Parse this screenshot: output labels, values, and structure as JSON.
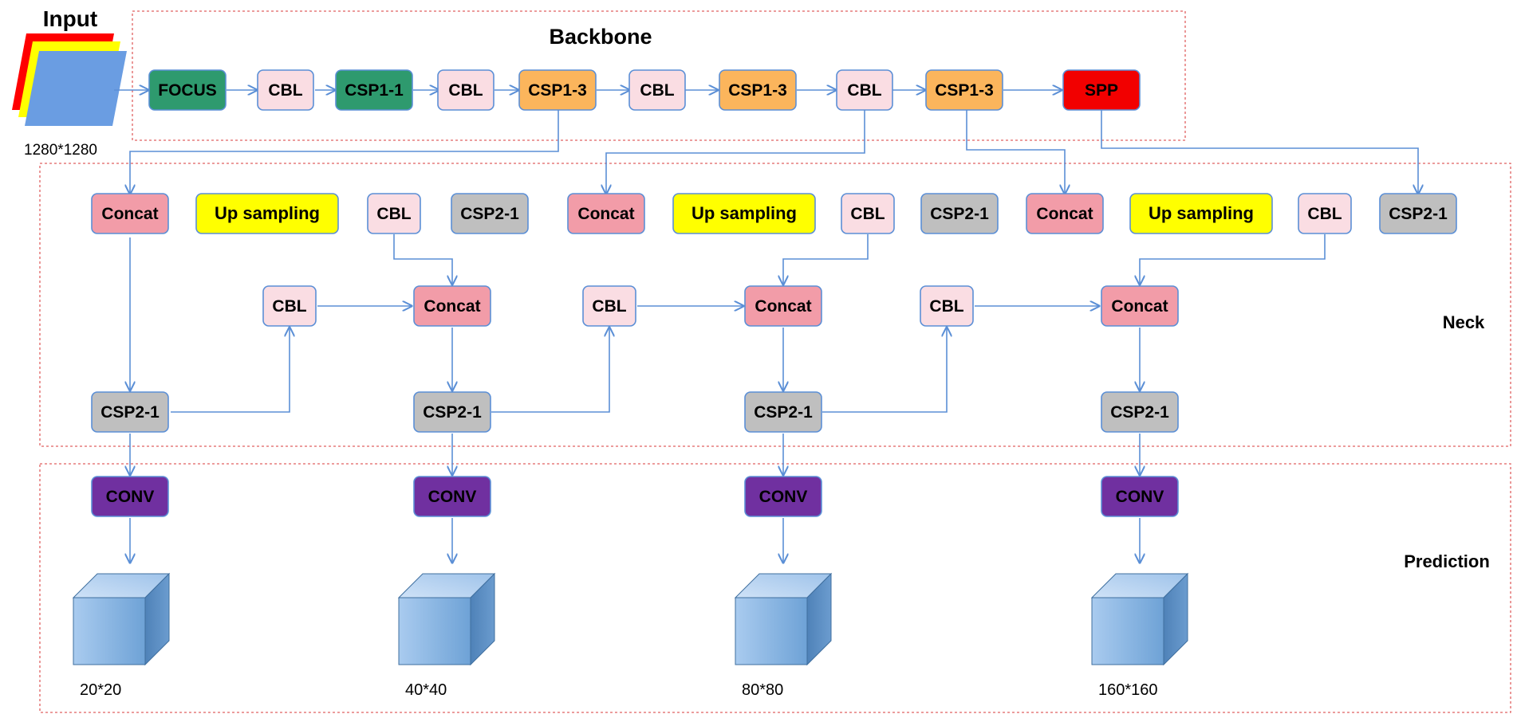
{
  "input": {
    "title": "Input",
    "size": "1280*1280"
  },
  "sections": {
    "backbone": "Backbone",
    "neck": "Neck",
    "prediction": "Prediction"
  },
  "backbone_nodes": [
    "FOCUS",
    "CBL",
    "CSP1-1",
    "CBL",
    "CSP1-3",
    "CBL",
    "CSP1-3",
    "CBL",
    "CSP1-3",
    "SPP"
  ],
  "neck_top_row": [
    "Concat",
    "Up sampling",
    "CBL",
    "CSP2-1",
    "Concat",
    "Up sampling",
    "CBL",
    "CSP2-1",
    "Concat",
    "Up sampling",
    "CBL",
    "CSP2-1"
  ],
  "neck_mid_row": [
    "CBL",
    "Concat",
    "CBL",
    "Concat",
    "CBL",
    "Concat"
  ],
  "neck_bottom_row": [
    "CSP2-1",
    "CSP2-1",
    "CSP2-1",
    "CSP2-1"
  ],
  "conv_label": "CONV",
  "outputs": [
    "20*20",
    "40*40",
    "80*80",
    "160*160"
  ],
  "colors": {
    "green": "#2e9a6e",
    "pink_light": "#fadde3",
    "orange": "#fbb55c",
    "red": "#f20000",
    "concat": "#f29ca8",
    "yellow": "#ffff00",
    "gray": "#bfbfbf",
    "purple": "#7030a0",
    "border_blue": "#5b8fd6",
    "line_blue": "#5b8fd6",
    "section_border": "#e06060"
  }
}
